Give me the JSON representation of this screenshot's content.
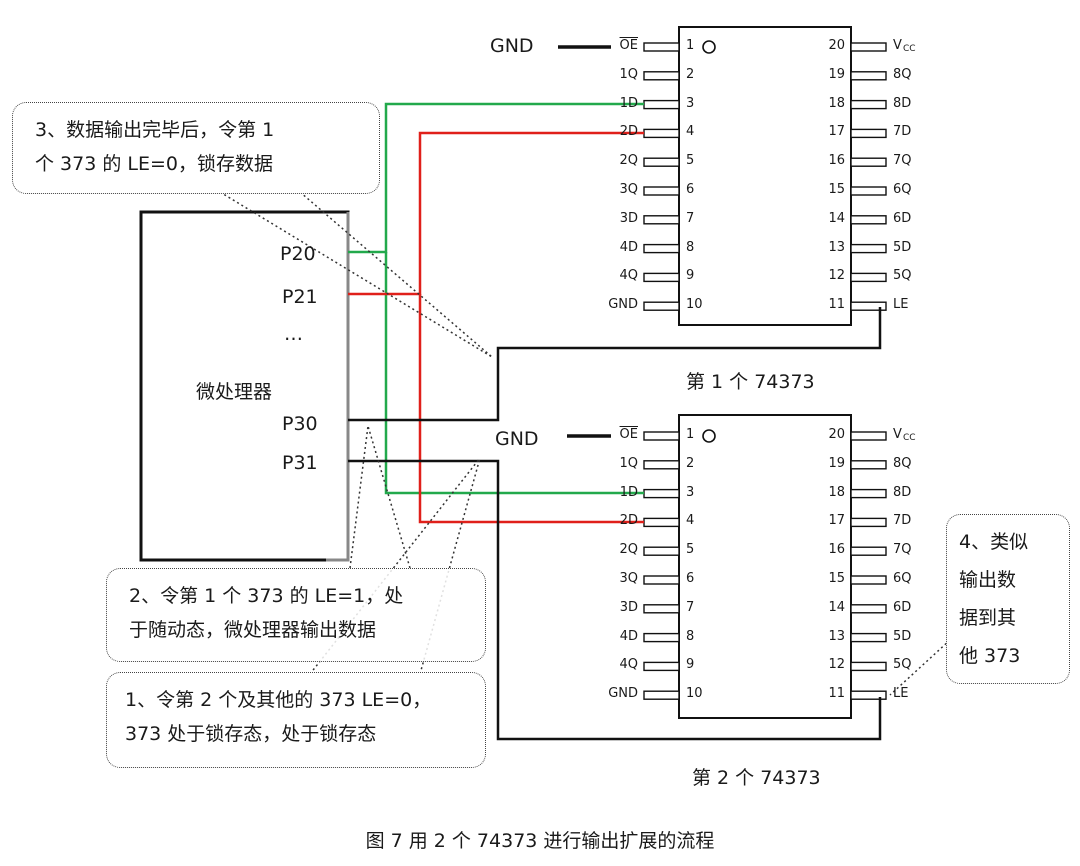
{
  "chip_pins": {
    "left": [
      {
        "label": "OE",
        "overline": true,
        "num": "1"
      },
      {
        "label": "1Q",
        "num": "2"
      },
      {
        "label": "1D",
        "num": "3"
      },
      {
        "label": "2D",
        "num": "4"
      },
      {
        "label": "2Q",
        "num": "5"
      },
      {
        "label": "3Q",
        "num": "6"
      },
      {
        "label": "3D",
        "num": "7"
      },
      {
        "label": "4D",
        "num": "8"
      },
      {
        "label": "4Q",
        "num": "9"
      },
      {
        "label": "GND",
        "num": "10"
      }
    ],
    "right": [
      {
        "num": "20",
        "label": "V",
        "sub": "CC"
      },
      {
        "num": "19",
        "label": "8Q"
      },
      {
        "num": "18",
        "label": "8D"
      },
      {
        "num": "17",
        "label": "7D"
      },
      {
        "num": "16",
        "label": "7Q"
      },
      {
        "num": "15",
        "label": "6Q"
      },
      {
        "num": "14",
        "label": "6D"
      },
      {
        "num": "13",
        "label": "5D"
      },
      {
        "num": "12",
        "label": "5Q"
      },
      {
        "num": "11",
        "label": "LE"
      }
    ]
  },
  "chip1": {
    "gnd_label": "GND",
    "caption": "第 1 个 74373"
  },
  "chip2": {
    "gnd_label": "GND",
    "caption": "第 2 个 74373"
  },
  "mcu": {
    "label": "微处理器",
    "pins": {
      "p20": "P20",
      "p21": "P21",
      "dots": "…",
      "p30": "P30",
      "p31": "P31"
    }
  },
  "callouts": {
    "step3": [
      "3、数据输出完毕后，令第 1",
      "个 373 的 LE=0，锁存数据"
    ],
    "step2": [
      "2、令第 1 个 373 的 LE=1，处",
      "于随动态，微处理器输出数据"
    ],
    "step1": [
      "1、令第 2 个及其他的 373 LE=0，",
      "373 处于锁存态，处于锁存态"
    ],
    "step4": [
      "4、类似",
      "输出数",
      "据到其",
      "他 373"
    ]
  },
  "figure_caption": "图 7 用 2 个 74373 进行输出扩展的流程",
  "colors": {
    "green": "#22a94c",
    "red": "#e0201a",
    "line": "#111111",
    "gray": "#888888"
  }
}
